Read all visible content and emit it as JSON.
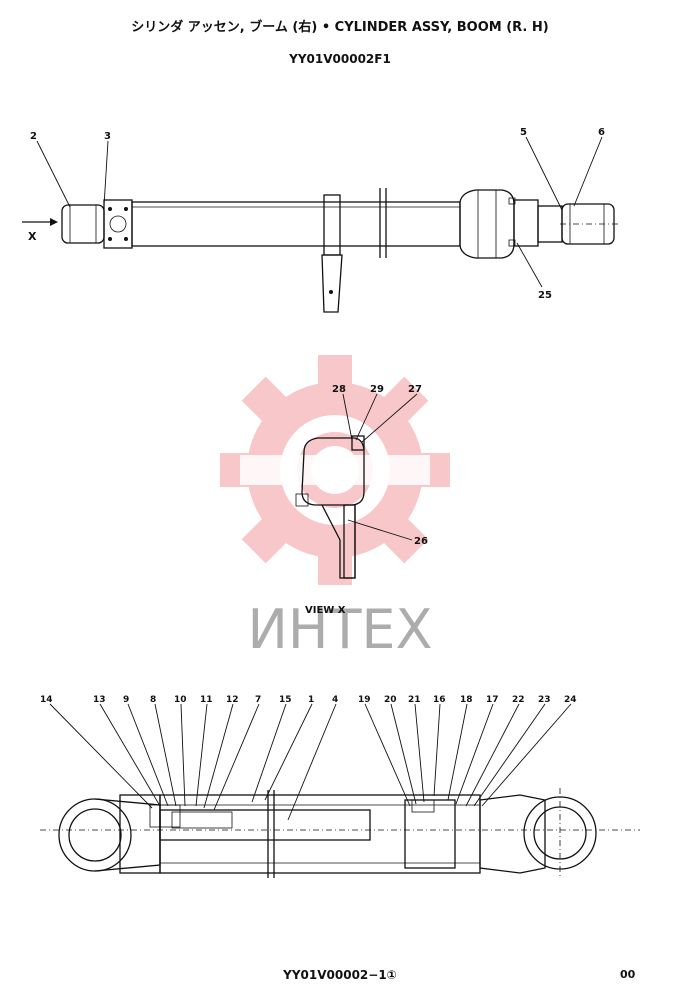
{
  "header": {
    "title": "シリンダ アッセン, ブーム (右)  •  CYLINDER ASSY, BOOM (R. H)",
    "part_number": "YY01V00002F1"
  },
  "top_view": {
    "direction_label": "X",
    "callouts": [
      "2",
      "3",
      "5",
      "6",
      "25"
    ]
  },
  "view_x": {
    "caption": "VIEW  X",
    "callouts": [
      "28",
      "29",
      "27",
      "26"
    ]
  },
  "section_view": {
    "callouts": [
      "14",
      "13",
      "9",
      "8",
      "10",
      "11",
      "12",
      "7",
      "15",
      "1",
      "4",
      "19",
      "20",
      "21",
      "16",
      "18",
      "17",
      "22",
      "23",
      "24"
    ]
  },
  "watermark": {
    "text": "ИНТЕХ",
    "color": "#e63946"
  },
  "footer": {
    "drawing_code": "YY01V00002−1①",
    "page": "00"
  }
}
